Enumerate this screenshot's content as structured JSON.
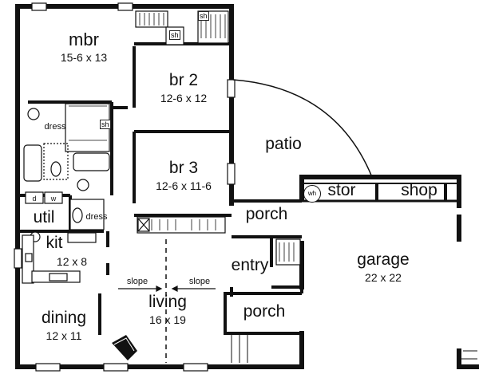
{
  "rooms": {
    "mbr": {
      "name": "mbr",
      "dim": "15-6 x 13"
    },
    "br2": {
      "name": "br 2",
      "dim": "12-6 x 12"
    },
    "br3": {
      "name": "br 3",
      "dim": "12-6 x 11-6"
    },
    "patio": {
      "name": "patio"
    },
    "stor": {
      "name": "stor"
    },
    "shop": {
      "name": "shop"
    },
    "porch_top": {
      "name": "porch"
    },
    "porch_bottom": {
      "name": "porch"
    },
    "entry": {
      "name": "entry"
    },
    "garage": {
      "name": "garage",
      "dim": "22 x 22"
    },
    "util": {
      "name": "util"
    },
    "kit": {
      "name": "kit",
      "dim": "12 x 8"
    },
    "dining": {
      "name": "dining",
      "dim": "12 x 11"
    },
    "living": {
      "name": "living",
      "dim": "16 x 19"
    }
  },
  "fixtures": {
    "dress_upper": "dress",
    "dress_lower": "dress",
    "sh_top": "sh",
    "sh_closet": "sh",
    "sh_bath": "sh",
    "washer": "w",
    "dryer": "d",
    "water_heater": "wh"
  },
  "notes": {
    "slope_left": "slope",
    "slope_right": "slope"
  }
}
